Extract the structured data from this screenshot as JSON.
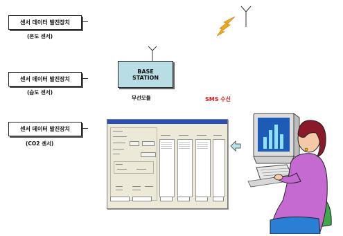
{
  "sensors": [
    {
      "label": "센서 데이터 발진장치",
      "caption": "(온도 센서)"
    },
    {
      "label": "센서 데이터 발진장치",
      "caption": "(습도 센서)"
    },
    {
      "label": "센서 데이터 발진장치",
      "caption": "(CO2 센서)"
    }
  ],
  "base_station": {
    "line1": "BASE",
    "line2": "STATION",
    "caption": "무선모듈"
  },
  "sms": {
    "label": "SMS 수신",
    "color": "#e01818"
  },
  "colors": {
    "base_fill": "#b8dde4",
    "lightning": "#f2a81e",
    "arrow": "#b9e3ec",
    "shirt": "#c56ad0",
    "hair": "#8a1a2a",
    "monitor_screen": "#1d5bb7"
  },
  "icons": [
    "antenna-icon",
    "lightning-icon",
    "arrow-left-icon",
    "user-at-computer-illustration"
  ]
}
